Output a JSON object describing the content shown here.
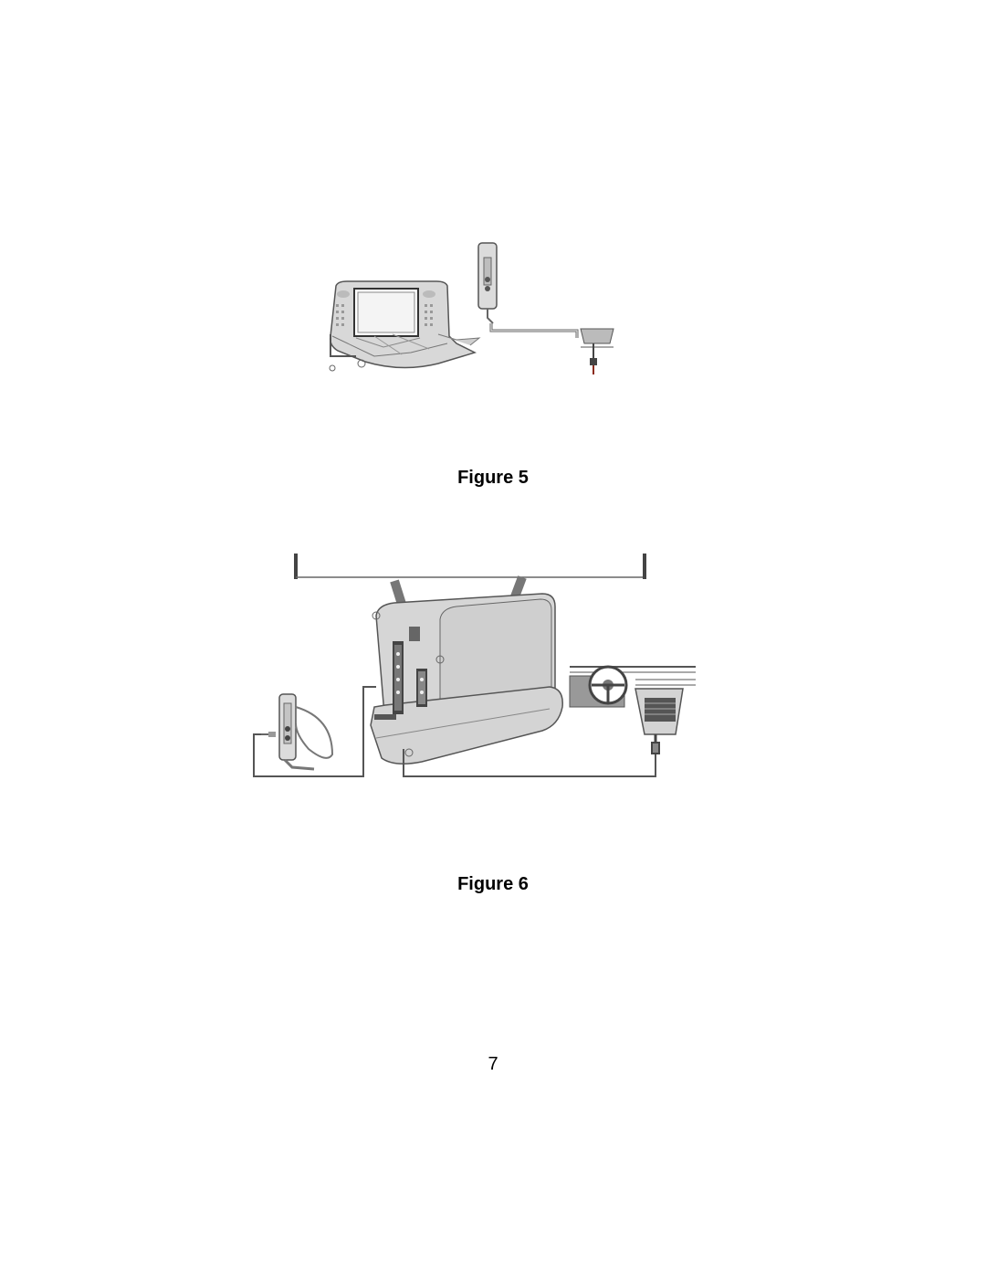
{
  "figures": [
    {
      "caption": "Figure 5",
      "illustration": "portable-dvd-player-car-power-connection"
    },
    {
      "caption": "Figure 6",
      "illustration": "headrest-mounted-player-car-power-connection"
    }
  ],
  "page_number": "7"
}
